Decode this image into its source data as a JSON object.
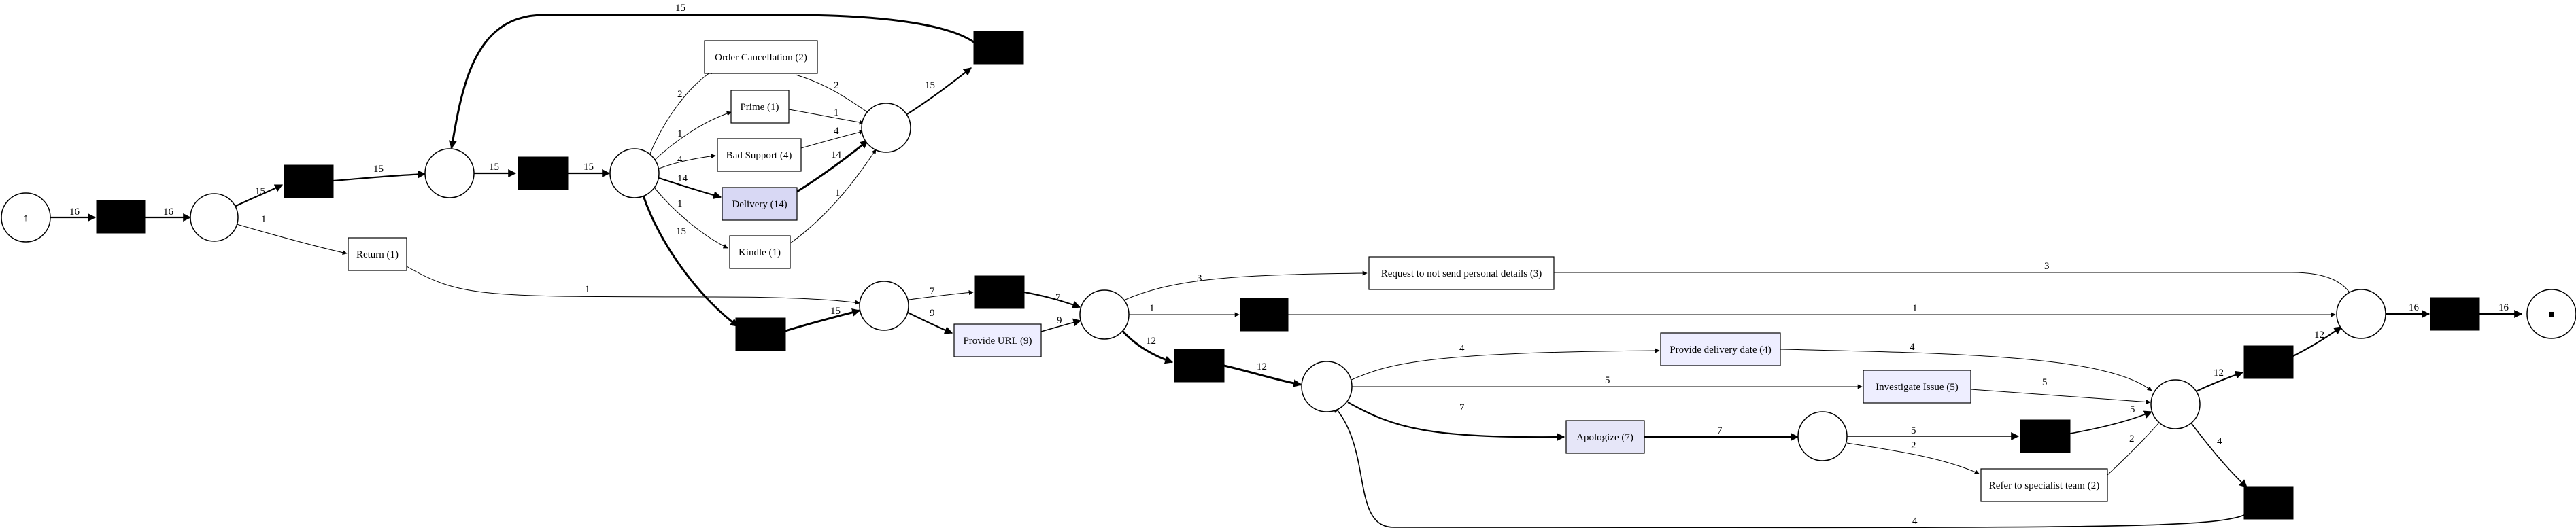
{
  "diagram": {
    "start_label": "↑",
    "end_label": "■",
    "colors": {
      "start_place": "#22ee11",
      "end_place": "#ffa500",
      "activity_plain": "#ffffff",
      "activity_light": "#eeeeff",
      "activity_medium": "#d8d8f4"
    },
    "activities": {
      "order_cancellation": "Order Cancellation (2)",
      "prime": "Prime (1)",
      "bad_support": "Bad Support (4)",
      "delivery": "Delivery (14)",
      "kindle": "Kindle (1)",
      "return": "Return (1)",
      "provide_url": "Provide URL (9)",
      "request_not_send": "Request to not send personal details (3)",
      "provide_delivery_date": "Provide delivery date (4)",
      "investigate_issue": "Investigate Issue (5)",
      "apologize": "Apologize (7)",
      "refer_specialist": "Refer to specialist team (2)"
    },
    "edge_labels": {
      "start_t1": "16",
      "t1_p1": "16",
      "p1_t2": "15",
      "p1_return": "1",
      "t2_p2": "15",
      "p2_t3": "15",
      "t3_p3": "15",
      "p3_oc": "2",
      "p3_prime": "1",
      "p3_bad": "4",
      "p3_delivery": "14",
      "p3_kindle": "1",
      "p3_t4": "15",
      "oc_p4": "2",
      "prime_p4": "1",
      "bad_p4": "4",
      "delivery_p4": "14",
      "kindle_p4": "1",
      "p4_t5": "15",
      "t5_p2": "15",
      "return_p5": "1",
      "t4_p5": "15",
      "p5_t6": "7",
      "p5_url": "9",
      "t6_p6": "7",
      "url_p6": "9",
      "p6_request": "3",
      "p6_t7": "1",
      "p6_t8": "12",
      "request_p9": "3",
      "t7_p9": "1",
      "t8_p7": "12",
      "p7_pdd": "4",
      "p7_inv": "5",
      "p7_apo": "7",
      "apo_p8": "7",
      "p8_t9": "5",
      "p8_ref": "2",
      "pdd_p10": "4",
      "inv_p10": "5",
      "t9_p10": "5",
      "ref_p10": "2",
      "p10_t10": "12",
      "p10_t11": "4",
      "t11_p7": "4",
      "t10_p9": "12",
      "p9_t12": "16",
      "t12_end": "16"
    }
  }
}
